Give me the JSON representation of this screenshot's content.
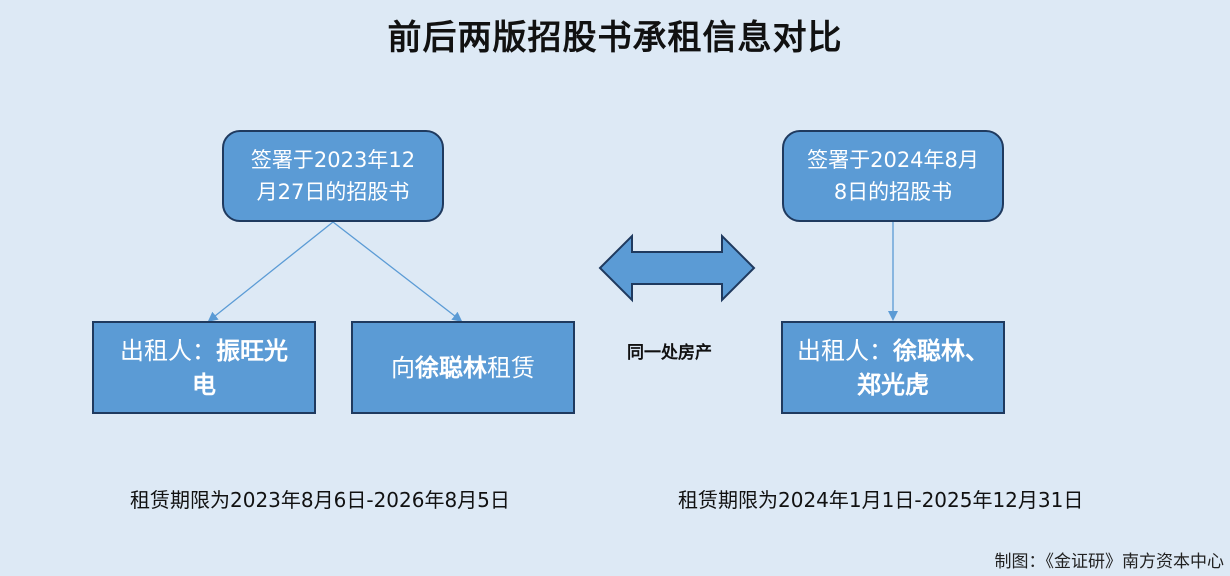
{
  "title": "前后两版招股书承租信息对比",
  "left": {
    "top_box": {
      "line1": "签署于2023年12",
      "line2": "月27日的招股书"
    },
    "lessor_box": {
      "prefix": "出租人：",
      "name_a": "振旺光",
      "name_b": "电"
    },
    "lessee_box": {
      "prefix": "向",
      "name": "徐聪林",
      "suffix": "租赁"
    },
    "lease_term": "租赁期限为2023年8月6日-2026年8月5日"
  },
  "right": {
    "top_box": {
      "line1": "签署于2024年8月",
      "line2": "8日的招股书"
    },
    "lessor_box": {
      "prefix": "出租人：",
      "name_a": "徐聪林、",
      "name_b": "郑光虎"
    },
    "lease_term": "租赁期限为2024年1月1日-2025年12月31日"
  },
  "middle_label": "同一处房产",
  "credit": "制图：《金证研》南方资本中心",
  "colors": {
    "box_fill": "#5b9bd5",
    "box_border": "#1f3a5f",
    "background": "#dde9f5",
    "arrow_fill": "#5b9bd5"
  }
}
